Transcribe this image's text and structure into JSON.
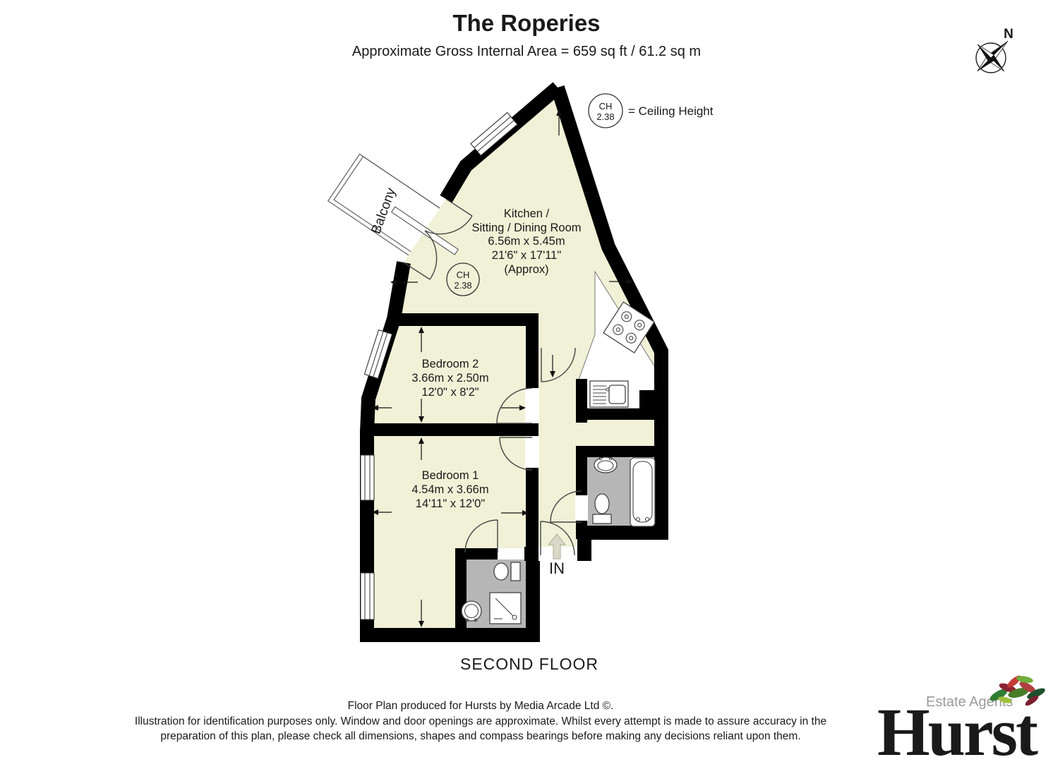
{
  "header": {
    "title": "The Roperies",
    "subtitle": "Approximate Gross Internal Area = 659 sq ft / 61.2 sq m"
  },
  "legend": {
    "ch_abbr": "CH",
    "ch_value": "2.38",
    "ch_meaning": "= Ceiling Height"
  },
  "compass": {
    "north": "N"
  },
  "plan": {
    "floor_label": "SECOND FLOOR",
    "entrance_label": "IN",
    "balcony_label": "Balcony",
    "ceiling_marker": {
      "abbr": "CH",
      "value": "2.38"
    },
    "rooms": {
      "kitchen": {
        "name_line1": "Kitchen /",
        "name_line2": "Sitting / Dining Room",
        "dim_metric": "6.56m x 5.45m",
        "dim_imperial": "21'6\" x 17'11\"",
        "approx": "(Approx)"
      },
      "bedroom2": {
        "name": "Bedroom 2",
        "dim_metric": "3.66m x 2.50m",
        "dim_imperial": "12'0\" x 8'2\""
      },
      "bedroom1": {
        "name": "Bedroom 1",
        "dim_metric": "4.54m x 3.66m",
        "dim_imperial": "14'11\" x 12'0\""
      }
    }
  },
  "footer": {
    "credit": "Floor Plan produced for Hursts by Media Arcade Ltd ©.",
    "disclaimer_line1": "Illustration for identification purposes only. Window and door openings are approximate. Whilst every attempt is made to assure accuracy in the",
    "disclaimer_line2": "preparation of this plan, please check all dimensions, shapes and compass bearings before making any decisions reliant upon them."
  },
  "logo": {
    "brand": "Hurst",
    "tagline": "Estate Agents"
  },
  "colors": {
    "floor": "#f0f1d6",
    "wet_floor": "#b6b6b6",
    "wall": "#000000",
    "tagline_gray": "#9b9b9b"
  }
}
